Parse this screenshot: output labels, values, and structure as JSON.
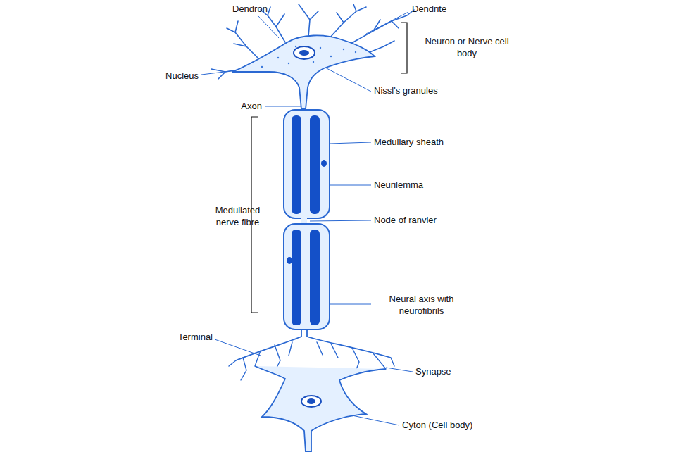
{
  "diagram": {
    "labels": [
      "Dendron",
      "Dendrite",
      "Neuron or Nerve cell body",
      "Nucleus",
      "Nissl's granules",
      "Axon",
      "Medullary sheath",
      "Neurilemma",
      "Medullated nerve fibre",
      "Node of ranvier",
      "Neural axis with neurofibrils",
      "Terminal",
      "Synapse",
      "Cyton (Cell body)"
    ]
  }
}
